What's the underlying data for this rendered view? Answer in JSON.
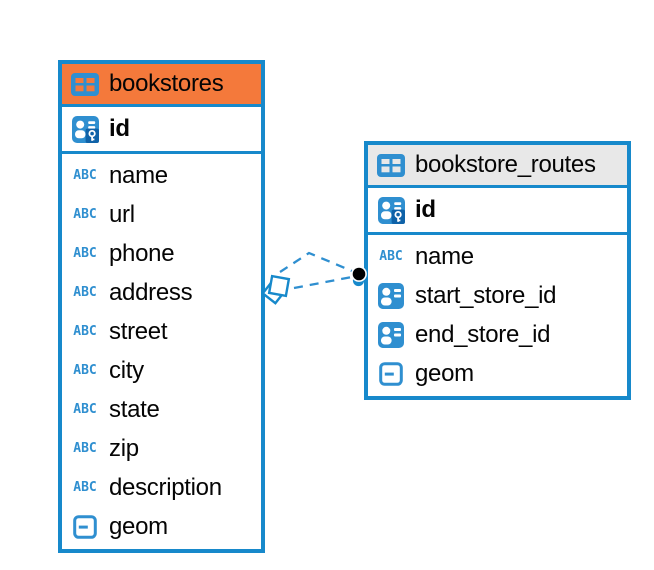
{
  "app": {
    "view": "entity-relationship-diagram"
  },
  "colors": {
    "table_border": "#1789CB",
    "header_bookstores": "#F4793B",
    "header_bookstore_routes": "#E8E8E8",
    "icon_blue": "#2F8FD0",
    "key_overlay_blue": "#0F62A8",
    "connector_blue": "#2F8FD0",
    "endpoint_dot_black": "#000000",
    "text": "#050505",
    "background": "#FFFFFF"
  },
  "icons": {
    "abc_label": "ABC"
  },
  "tables": [
    {
      "name": "bookstores",
      "primary_key": {
        "name": "id"
      },
      "columns": [
        {
          "name": "name",
          "type_icon": "text-icon"
        },
        {
          "name": "url",
          "type_icon": "text-icon"
        },
        {
          "name": "phone",
          "type_icon": "text-icon"
        },
        {
          "name": "address",
          "type_icon": "text-icon"
        },
        {
          "name": "street",
          "type_icon": "text-icon"
        },
        {
          "name": "city",
          "type_icon": "text-icon"
        },
        {
          "name": "state",
          "type_icon": "text-icon"
        },
        {
          "name": "zip",
          "type_icon": "text-icon"
        },
        {
          "name": "description",
          "type_icon": "text-icon"
        },
        {
          "name": "geom",
          "type_icon": "geometry-icon"
        }
      ]
    },
    {
      "name": "bookstore_routes",
      "primary_key": {
        "name": "id"
      },
      "columns": [
        {
          "name": "name",
          "type_icon": "text-icon"
        },
        {
          "name": "start_store_id",
          "type_icon": "reference-icon"
        },
        {
          "name": "end_store_id",
          "type_icon": "reference-icon"
        },
        {
          "name": "geom",
          "type_icon": "geometry-icon"
        }
      ]
    }
  ],
  "relationships": [
    {
      "from_table": "bookstores",
      "to_table": "bookstore_routes",
      "line_style": "dashed",
      "from_marker": "diamond",
      "to_marker": "dot"
    },
    {
      "from_table": "bookstores",
      "to_table": "bookstore_routes",
      "line_style": "dashed",
      "from_marker": "diamond",
      "to_marker": "dot"
    }
  ]
}
